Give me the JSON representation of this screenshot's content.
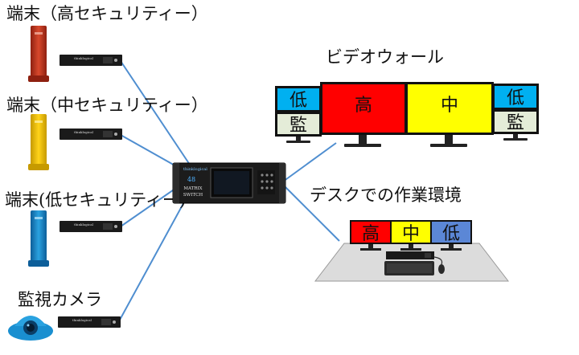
{
  "labels": {
    "terminal_high": "端末（高セキュリティー）",
    "terminal_mid": "端末（中セキュリティー）",
    "terminal_low": "端末(低セキュリティー)",
    "camera": "監視カメラ",
    "video_wall": "ビデオウォール",
    "desk": "デスクでの作業環境"
  },
  "switch": {
    "brand": "thinklogical",
    "ports": "48",
    "line1": "MATRIX",
    "line2": "SWITCH"
  },
  "wall": {
    "left_top": "低",
    "left_bottom": "監",
    "center_left": "高",
    "center_right": "中",
    "right_top": "低",
    "right_bottom": "監"
  },
  "desk": {
    "screen1": "高",
    "screen2": "中",
    "screen3": "低"
  },
  "colors": {
    "high": "#ff0000",
    "mid": "#ffff00",
    "low": "#00b0f0",
    "monitor_label": "#e4ecd8",
    "desk_low": "#5b87d6",
    "cable": "#4f8ed0",
    "terminal_high": "#c33a22",
    "terminal_mid": "#f2c400",
    "terminal_low": "#1a8fd0",
    "camera": "#1a8fd0"
  }
}
